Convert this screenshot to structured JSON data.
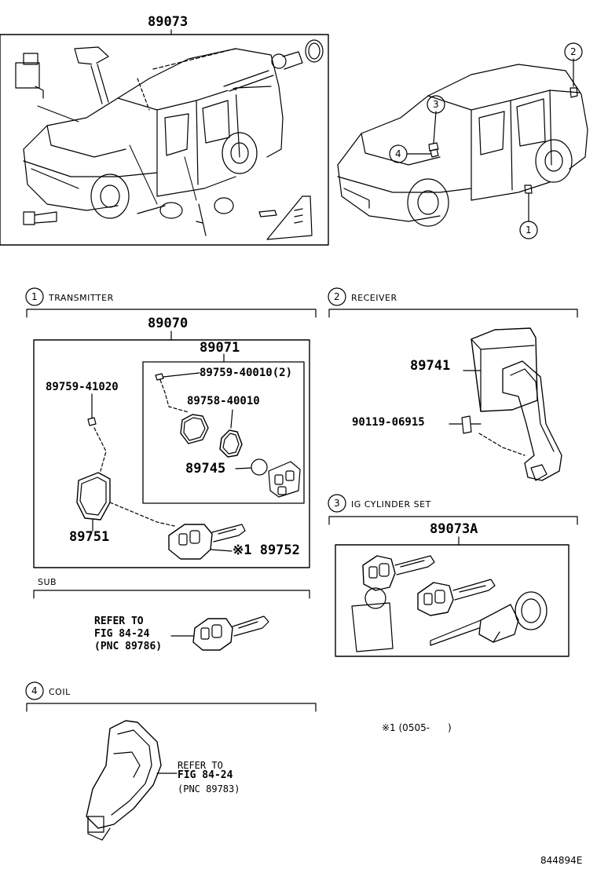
{
  "labels": {
    "assembly_top": "89073",
    "callout_1": "1",
    "callout_2": "2",
    "callout_3": "3",
    "callout_4": "4",
    "transmitter_num": "1",
    "transmitter_title": "TRANSMITTER",
    "receiver_num": "2",
    "receiver_title": "RECEIVER",
    "ig_num": "3",
    "ig_title": "IG CYLINDER SET",
    "coil_num": "4",
    "coil_title": "COIL",
    "sub_title": "SUB"
  },
  "parts": {
    "p89070": "89070",
    "p89071": "89071",
    "p89759_40010": "89759-40010(2)",
    "p89759_41020": "89759-41020",
    "p89758_40010": "89758-40010",
    "p89745": "89745",
    "p89751": "89751",
    "p89752": "※1 89752",
    "p89741": "89741",
    "p90119_06915": "90119-06915",
    "p89073A": "89073A"
  },
  "refs": {
    "sub_ref": "REFER TO\nFIG 84-24\n(PNC 89786)",
    "coil_ref_line1": "REFER TO",
    "coil_ref_line2": "FIG 84-24",
    "coil_ref_line3": "(PNC 89783)"
  },
  "note": "※1 (0505-      )",
  "figure_code": "844894E"
}
